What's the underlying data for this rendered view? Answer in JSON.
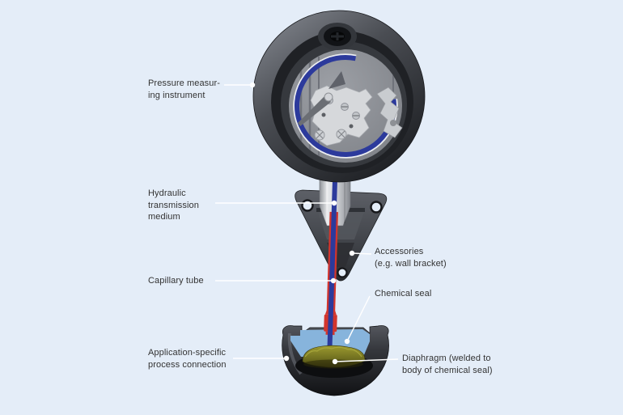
{
  "diagram": {
    "subject": "Pressure measuring instrument with chemical seal and capillary tube - cutaway diagram",
    "labels": {
      "pressure_instrument": "Pressure measur-\ning instrument",
      "hydraulic_medium": "Hydraulic\ntransmission\nmedium",
      "capillary_tube": "Capillary tube",
      "process_connection": "Application-specific\nprocess connection",
      "accessories": "Accessories\n(e.g. wall bracket)",
      "chemical_seal": "Chemical seal",
      "diaphragm": "Diaphragm (welded to\nbody of chemical seal)"
    }
  },
  "colors": {
    "background": "#e4edf8",
    "label_text": "#333333",
    "leader_line": "#ffffff",
    "capillary_blue": "#2c3a9c",
    "capillary_red": "#d2352d",
    "fill_fluid": "#87b4dc",
    "diaphragm_olive": "#81802a",
    "case_dark": "#3a3d42",
    "metal_silver": "#d6d8db"
  }
}
